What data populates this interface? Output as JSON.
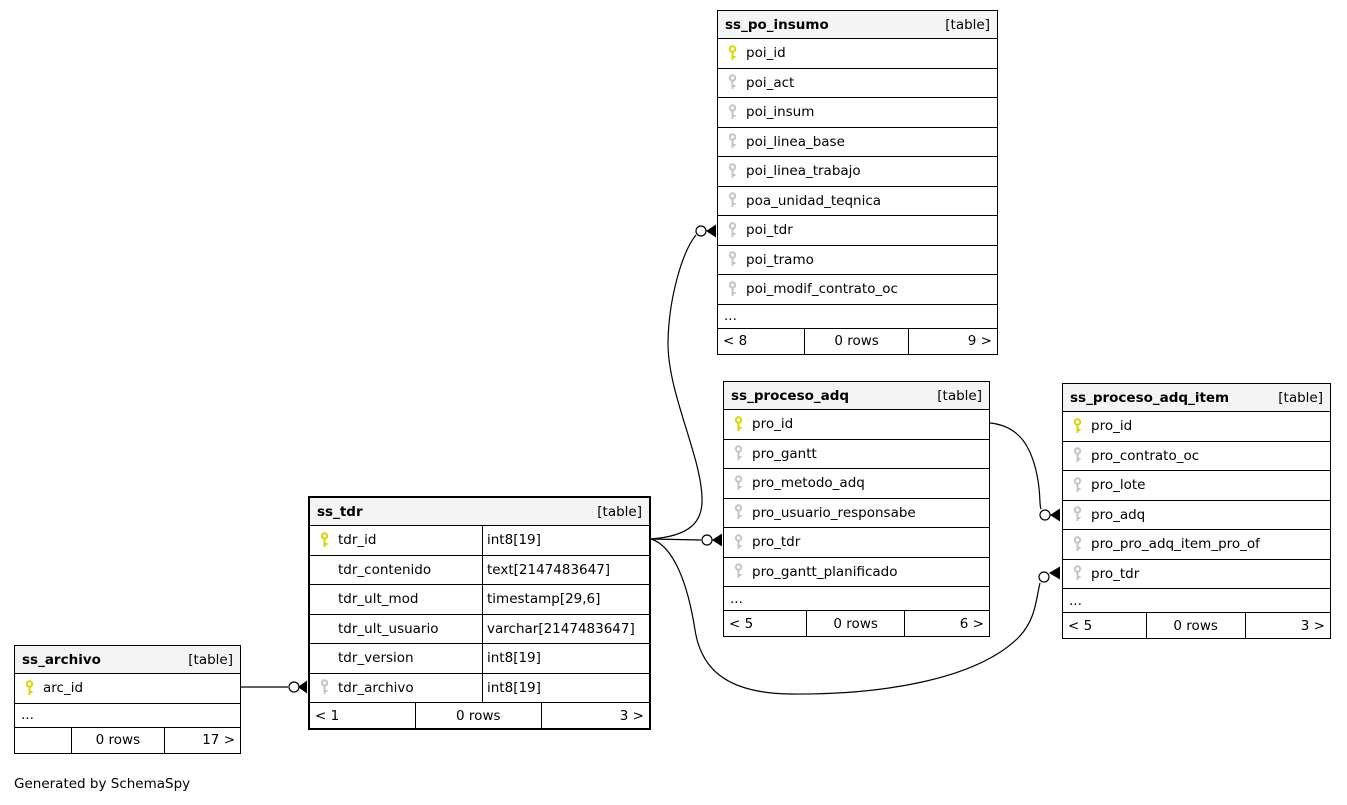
{
  "footer_note": "Generated by SchemaSpy",
  "colors": {
    "pk_key": "#d6d600",
    "fk_key": "#c4c4c4",
    "header_bg": "#f4f4f4",
    "line": "#000000"
  },
  "tables": [
    {
      "name": "ss_po_insumo",
      "badge": "[table]",
      "columns": [
        {
          "name": "poi_id",
          "key_class": "key pk"
        },
        {
          "name": "poi_act",
          "key_class": "key fk"
        },
        {
          "name": "poi_insum",
          "key_class": "key fk"
        },
        {
          "name": "poi_linea_base",
          "key_class": "key fk"
        },
        {
          "name": "poi_linea_trabajo",
          "key_class": "key fk"
        },
        {
          "name": "poa_unidad_teqnica",
          "key_class": "key fk"
        },
        {
          "name": "poi_tdr",
          "key_class": "key fk"
        },
        {
          "name": "poi_tramo",
          "key_class": "key fk"
        },
        {
          "name": "poi_modif_contrato_oc",
          "key_class": "key fk"
        }
      ],
      "ellipsis": "...",
      "pager": {
        "prev": "< 8",
        "rows": "0 rows",
        "next": "9 >"
      }
    },
    {
      "name": "ss_proceso_adq",
      "badge": "[table]",
      "columns": [
        {
          "name": "pro_id",
          "key_class": "key pk"
        },
        {
          "name": "pro_gantt",
          "key_class": "key fk"
        },
        {
          "name": "pro_metodo_adq",
          "key_class": "key fk"
        },
        {
          "name": "pro_usuario_responsabe",
          "key_class": "key fk"
        },
        {
          "name": "pro_tdr",
          "key_class": "key fk"
        },
        {
          "name": "pro_gantt_planificado",
          "key_class": "key fk"
        }
      ],
      "ellipsis": "...",
      "pager": {
        "prev": "< 5",
        "rows": "0 rows",
        "next": "6 >"
      }
    },
    {
      "name": "ss_proceso_adq_item",
      "badge": "[table]",
      "columns": [
        {
          "name": "pro_id",
          "key_class": "key pk"
        },
        {
          "name": "pro_contrato_oc",
          "key_class": "key fk"
        },
        {
          "name": "pro_lote",
          "key_class": "key fk"
        },
        {
          "name": "pro_adq",
          "key_class": "key fk"
        },
        {
          "name": "pro_pro_adq_item_pro_of",
          "key_class": "key fk"
        },
        {
          "name": "pro_tdr",
          "key_class": "key fk"
        }
      ],
      "ellipsis": "...",
      "pager": {
        "prev": "< 5",
        "rows": "0 rows",
        "next": "3 >"
      }
    },
    {
      "name": "ss_tdr",
      "badge": "[table]",
      "columns": [
        {
          "name": "tdr_id",
          "type": "int8[19]",
          "key_class": "key pk"
        },
        {
          "name": "tdr_contenido",
          "type": "text[2147483647]",
          "key_class": "key none"
        },
        {
          "name": "tdr_ult_mod",
          "type": "timestamp[29,6]",
          "key_class": "key none"
        },
        {
          "name": "tdr_ult_usuario",
          "type": "varchar[2147483647]",
          "key_class": "key none"
        },
        {
          "name": "tdr_version",
          "type": "int8[19]",
          "key_class": "key none"
        },
        {
          "name": "tdr_archivo",
          "type": "int8[19]",
          "key_class": "key fk"
        }
      ],
      "pager": {
        "prev": "< 1",
        "rows": "0 rows",
        "next": "3 >"
      }
    },
    {
      "name": "ss_archivo",
      "badge": "[table]",
      "columns": [
        {
          "name": "arc_id",
          "key_class": "key pk"
        }
      ],
      "ellipsis": "...",
      "pager": {
        "prev": "",
        "rows": "0 rows",
        "next": "17 >"
      }
    }
  ],
  "relationships": [
    {
      "from": "ss_tdr.tdr_id",
      "to": "ss_po_insumo.poi_tdr"
    },
    {
      "from": "ss_tdr.tdr_id",
      "to": "ss_proceso_adq.pro_tdr"
    },
    {
      "from": "ss_tdr.tdr_id",
      "to": "ss_proceso_adq_item.pro_tdr"
    },
    {
      "from": "ss_proceso_adq.pro_id",
      "to": "ss_proceso_adq_item.pro_adq"
    },
    {
      "from": "ss_archivo.arc_id",
      "to": "ss_tdr.tdr_archivo"
    }
  ]
}
